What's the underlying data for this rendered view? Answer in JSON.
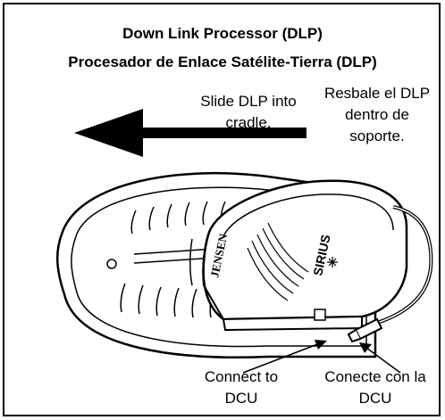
{
  "title": {
    "english": "Down Link Processor (DLP)",
    "spanish": "Procesador de Enlace Satélite-Tierra (DLP)"
  },
  "instructions": {
    "slide_en": "Slide DLP into cradle.",
    "slide_es": "Resbale el DLP dentro de soporte."
  },
  "callouts": {
    "connect_en_line1": "Connect to",
    "connect_en_line2": "DCU",
    "connect_es_line1": "Conecte con la",
    "connect_es_line2": "DCU"
  },
  "logos": {
    "jensen": "JENSEN",
    "sirius": "SIRIUS"
  },
  "colors": {
    "line": "#000000",
    "background": "#ffffff"
  }
}
